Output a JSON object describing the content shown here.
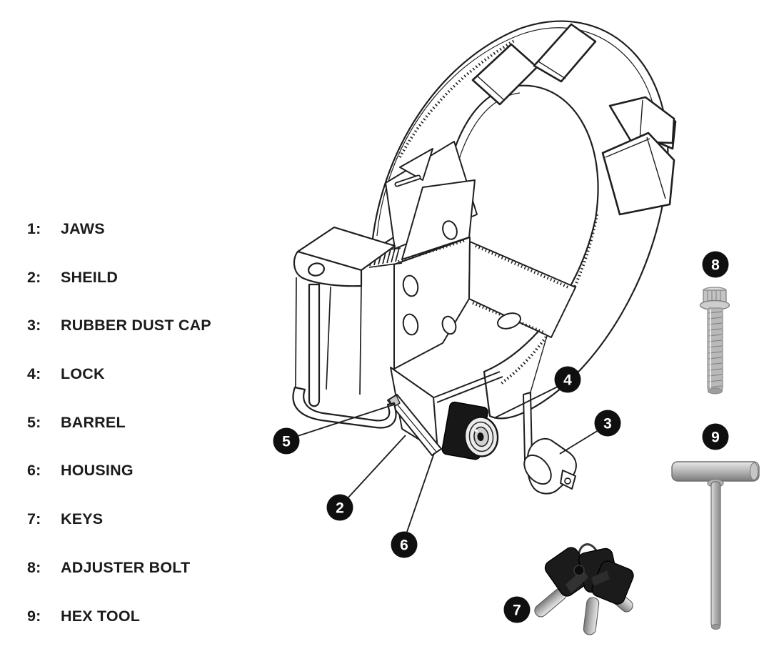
{
  "parts_list": {
    "items": [
      {
        "num": "1:",
        "label": "JAWS"
      },
      {
        "num": "2:",
        "label": "SHEILD"
      },
      {
        "num": "3:",
        "label": "RUBBER DUST CAP"
      },
      {
        "num": "4:",
        "label": "LOCK"
      },
      {
        "num": "5:",
        "label": "BARREL"
      },
      {
        "num": "6:",
        "label": "HOUSING"
      },
      {
        "num": "7:",
        "label": "KEYS"
      },
      {
        "num": "8:",
        "label": "ADJUSTER BOLT"
      },
      {
        "num": "9:",
        "label": "HEX TOOL"
      }
    ]
  },
  "callouts": {
    "c2": "2",
    "c3": "3",
    "c4": "4",
    "c5": "5",
    "c6": "6",
    "c7": "7",
    "c8": "8",
    "c9": "9"
  },
  "colors": {
    "background": "#ffffff",
    "line": "#1f1f1f",
    "callout_bg": "#0f0f0f",
    "callout_text": "#ffffff",
    "rubber_black": "#171717",
    "metal_light": "#e6e6e6",
    "metal_dark": "#7d7d7d"
  }
}
